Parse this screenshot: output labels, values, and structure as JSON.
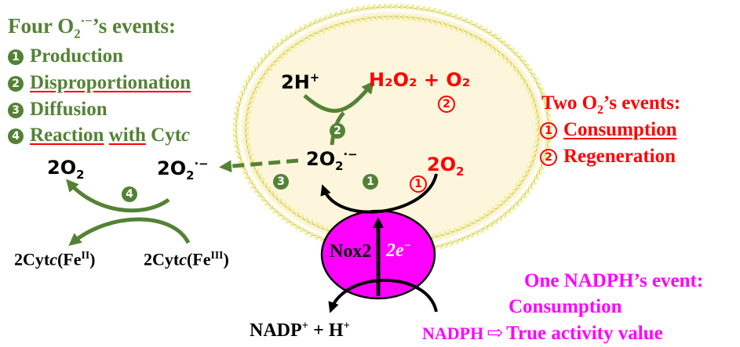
{
  "left_panel": {
    "title_prefix": "Four O",
    "title_sub": "2",
    "title_sup": "·−",
    "title_suffix": "’s events:",
    "items": [
      {
        "num": "1",
        "label": "Production"
      },
      {
        "num": "2",
        "label": "Disproportionation"
      },
      {
        "num": "3",
        "label": "Diffusion"
      },
      {
        "num": "4",
        "parts": [
          "Reaction",
          "with",
          "Cyt",
          "c"
        ]
      }
    ]
  },
  "right_panel": {
    "title_prefix": "Two O",
    "title_sub": "2",
    "title_suffix": "’s events:",
    "items": [
      {
        "num": "1",
        "label": "Consumption"
      },
      {
        "num": "2",
        "label": "Regeneration"
      }
    ]
  },
  "nadph_panel": {
    "line1": "One NADPH’s event:",
    "line2": "Consumption",
    "nadph_label": "NADPH",
    "arrow": "⇨",
    "line3": "True activity value"
  },
  "cell": {
    "proton": "2H",
    "proton_sup": "+",
    "h2o2_o2": "H₂O₂ + O₂",
    "superoxide_inside": "2O",
    "superoxide_inside_sub": "2",
    "superoxide_inside_sup": "·−",
    "o2_inside": "2O",
    "o2_inside_sub": "2",
    "nox_label": "Nox2",
    "electrons": "2e",
    "electrons_sup": "−"
  },
  "cytc_reaction": {
    "o2_left": "2O",
    "o2_left_sub": "2",
    "superoxide_outside": "2O",
    "superoxide_outside_sub": "2",
    "superoxide_outside_sup": "·−",
    "cyt_fe2_prefix": "2Cyt",
    "cyt_fe2_italic": "c",
    "cyt_fe2_ox": "(Fe",
    "cyt_fe2_sup": "II",
    "cyt_fe2_close": ")",
    "cyt_fe3_prefix": "2Cyt",
    "cyt_fe3_italic": "c",
    "cyt_fe3_ox": "(Fe",
    "cyt_fe3_sup": "III",
    "cyt_fe3_close": ")"
  },
  "bottom": {
    "nadp_label": "NADP",
    "nadp_sup": "+",
    "nadp_rest": " + H",
    "nadp_rest_sup": "+"
  },
  "colors": {
    "green": "#548235",
    "red": "#ff0000",
    "magenta": "#ff00ff",
    "membrane_fill": "#fdf5dc",
    "bead": "#f6ef9a"
  },
  "icons": [
    "dashed-arrow-icon",
    "curved-arrow-icon",
    "electron-arrow-icon"
  ]
}
